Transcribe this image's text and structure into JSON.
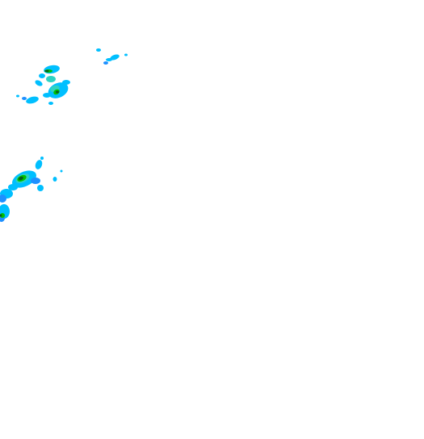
{
  "radar": {
    "background_color": "#ffffff",
    "intensity_colors": {
      "light": "#00bfff",
      "light_alt": "#1e90ff",
      "medium": "#2ed3c2",
      "heavy": "#00c000",
      "heaviest": "#0a5a1e"
    },
    "echo_clusters": [
      {
        "id": "cluster-north-small",
        "peak_intensity": "light"
      },
      {
        "id": "cluster-north-main",
        "peak_intensity": "heaviest"
      },
      {
        "id": "cluster-west-main",
        "peak_intensity": "heaviest"
      },
      {
        "id": "cluster-west-edge",
        "peak_intensity": "heavy"
      }
    ]
  }
}
